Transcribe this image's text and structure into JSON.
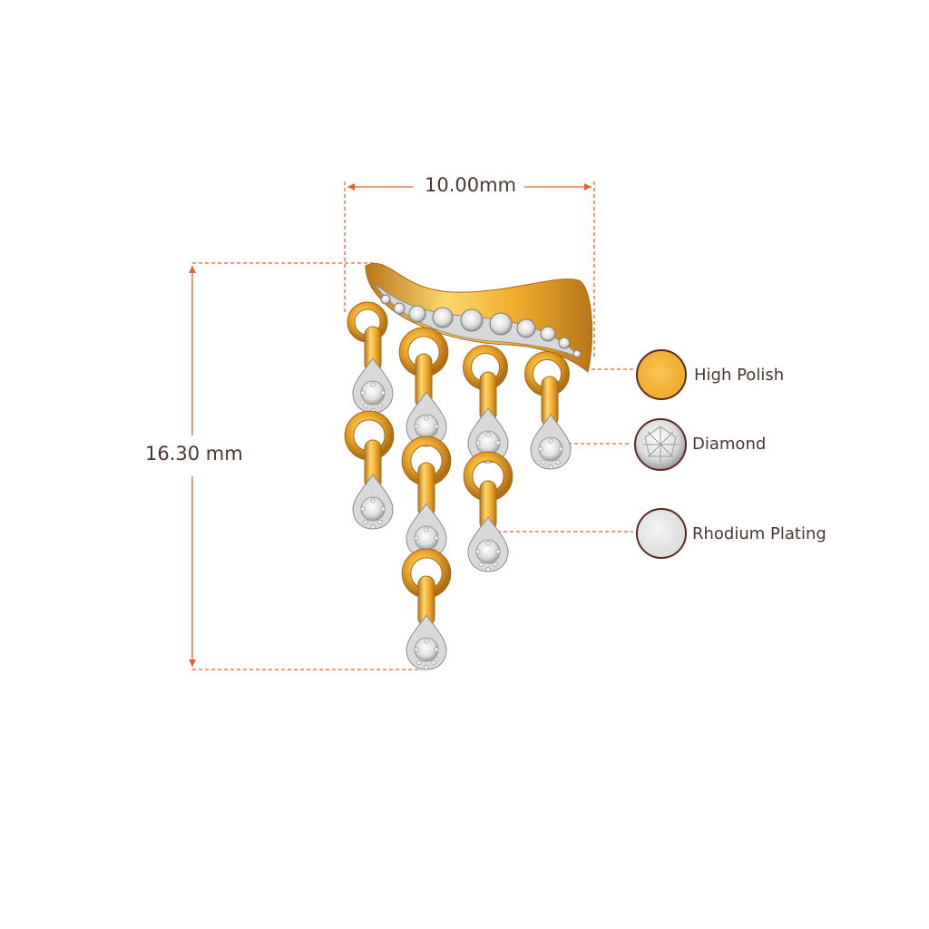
{
  "dimensions": {
    "width": "10.00mm",
    "height": "16.30 mm"
  },
  "legend": [
    {
      "label": "High Polish",
      "swatch": "#F2B53A",
      "icon": "gold-swatch-icon"
    },
    {
      "label": "Diamond",
      "swatch": "#E8E8EA",
      "icon": "diamond-swatch-icon"
    },
    {
      "label": "Rhodium Plating",
      "swatch": "#E4E4E4",
      "icon": "rhodium-swatch-icon"
    }
  ],
  "colors": {
    "accent": "#E8612C",
    "gold_light": "#FCD770",
    "gold": "#F2AE2E",
    "gold_dark": "#B8761A",
    "text": "#4A3530"
  }
}
